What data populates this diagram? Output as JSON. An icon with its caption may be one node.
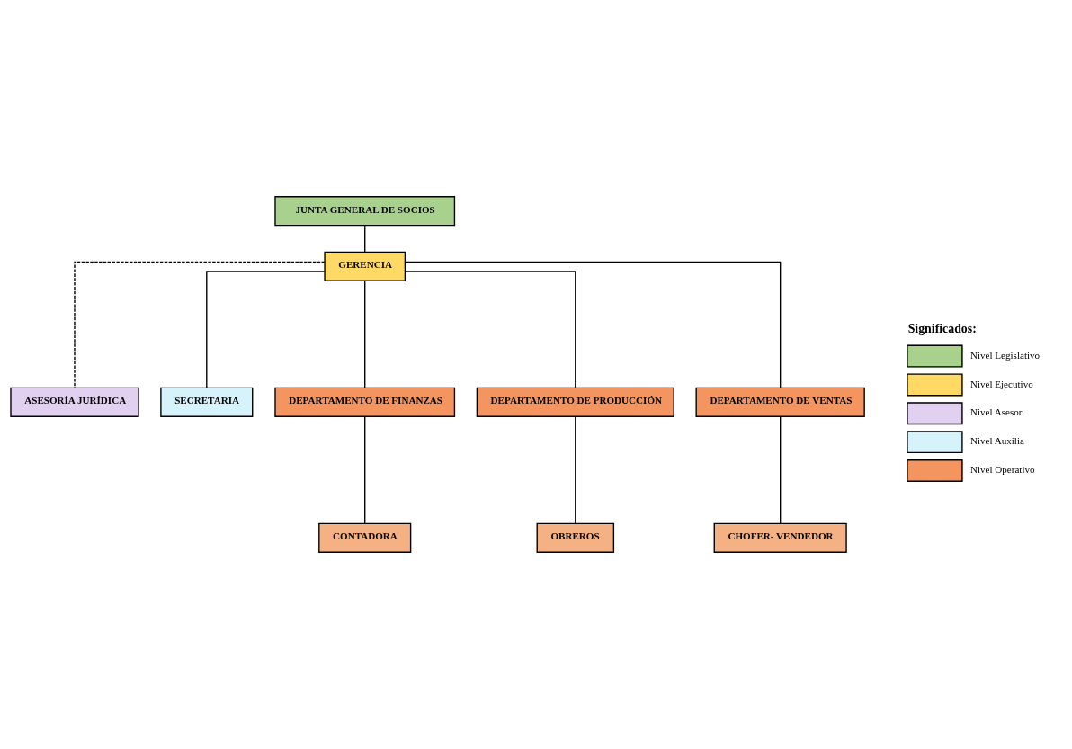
{
  "diagram": {
    "nodes": [
      {
        "text": [
          "JUNTA GENERAL DE SOCIOS"
        ]
      },
      {
        "text": [
          "GERENCIA"
        ]
      },
      {
        "text": [
          "ASESORÍA JURÍDICA"
        ]
      },
      {
        "text": [
          "SECRETARIA"
        ]
      },
      {
        "text": [
          "DEPARTAMENTO DE FINANZAS"
        ]
      },
      {
        "text": [
          "DEPARTAMENTO DE PRODUCCIÓN"
        ]
      },
      {
        "text": [
          "DEPARTAMENTO DE VENTAS"
        ]
      },
      {
        "text": [
          "CONTADORA"
        ]
      },
      {
        "text": [
          "OBREROS"
        ]
      },
      {
        "text": [
          "CHOFER- VENDEDOR"
        ]
      }
    ],
    "edges": [
      {
        "from": 0,
        "to": 1,
        "arrow": "none"
      },
      {
        "from": 1,
        "to": 2,
        "arrow": "none",
        "style": "dashed"
      },
      {
        "from": 1,
        "to": 3,
        "arrow": "none"
      },
      {
        "from": 1,
        "to": 4,
        "arrow": "none"
      },
      {
        "from": 1,
        "to": 5,
        "arrow": "none"
      },
      {
        "from": 1,
        "to": 6,
        "arrow": "none"
      },
      {
        "from": 4,
        "to": 7,
        "arrow": "none"
      },
      {
        "from": 5,
        "to": 8,
        "arrow": "none"
      },
      {
        "from": 6,
        "to": 9,
        "arrow": "none"
      }
    ],
    "labels": [
      "Significados:"
    ],
    "legend": [
      {
        "text": "Nivel Legislativo",
        "color": "#a9d18e"
      },
      {
        "text": "Nivel Ejecutivo",
        "color": "#ffd966"
      },
      {
        "text": "Nivel Asesor",
        "color": "#e2d0f0"
      },
      {
        "text": "Nivel Auxilia",
        "color": "#d6f3fb"
      },
      {
        "text": "Nivel Operativo",
        "color": "#f4955f"
      }
    ]
  }
}
